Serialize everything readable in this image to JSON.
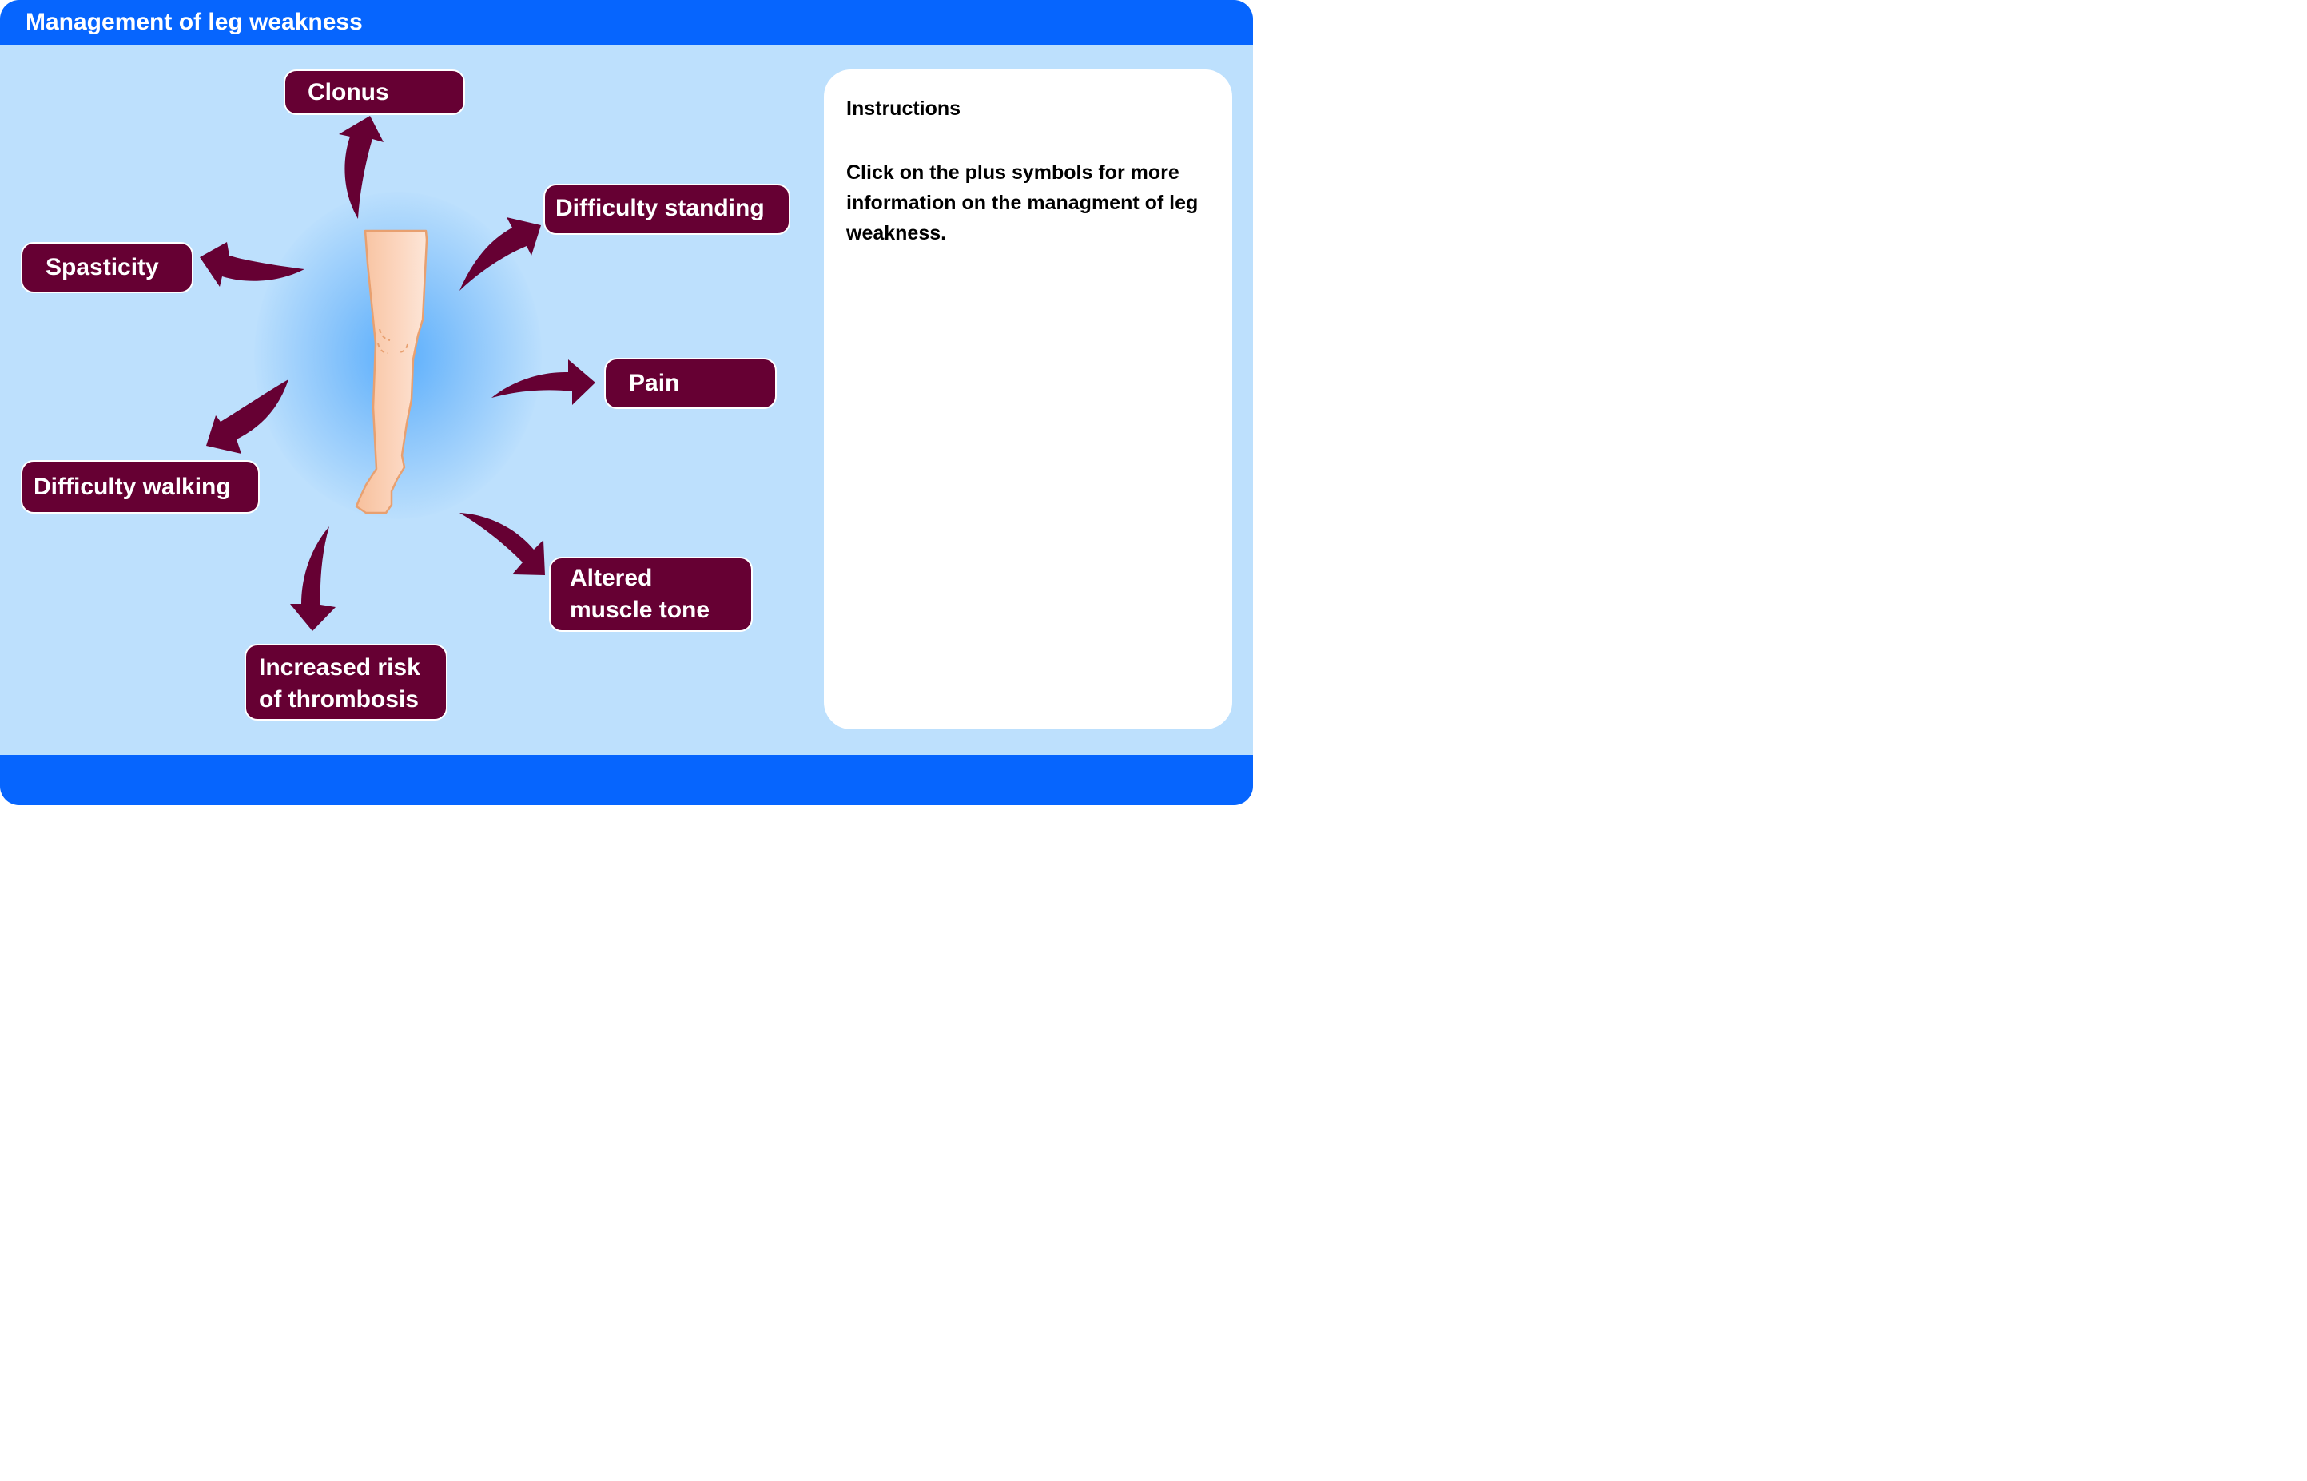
{
  "header": {
    "title": "Management of leg weakness"
  },
  "symptoms": [
    {
      "id": "clonus",
      "label": "Clonus"
    },
    {
      "id": "spasticity",
      "label": "Spasticity"
    },
    {
      "id": "difficulty_standing",
      "label": "Difficulty standing"
    },
    {
      "id": "pain",
      "label": "Pain"
    },
    {
      "id": "difficulty_walking",
      "label": "Difficulty walking"
    },
    {
      "id": "altered_muscle_tone",
      "label": "Altered\nmuscle tone"
    },
    {
      "id": "thrombosis",
      "label": "Increased risk\nof thrombosis"
    }
  ],
  "instructions": {
    "title": "Instructions",
    "body": "Click on the plus symbols for more information on the managment of leg weakness."
  },
  "colors": {
    "header_blue": "#0665fe",
    "background_blue": "#bde0fd",
    "symptom_box": "#660033",
    "leg_skin": "#fcd0b4"
  },
  "icons": [
    "leg-illustration",
    "curved-arrow-icon"
  ]
}
